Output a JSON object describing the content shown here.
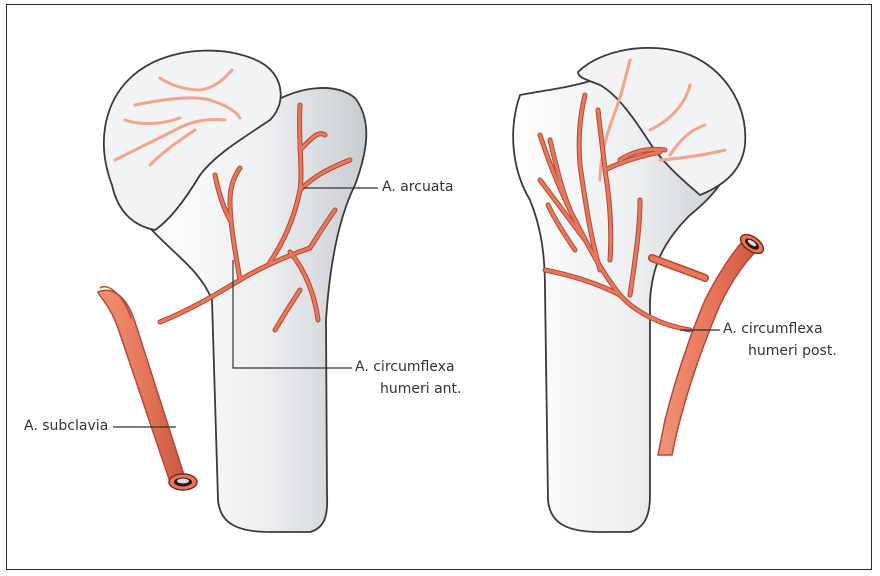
{
  "labels": {
    "arcuata": "A. arcuata",
    "circumflexa_ant_line1": "A. circumflexa",
    "circumflexa_ant_line2": "humeri ant.",
    "circumflexa_post_line1": "A. circumflexa",
    "circumflexa_post_line2": "humeri post.",
    "subclavia": "A. subclavia"
  },
  "colors": {
    "bone_fill": "#e6e7e9",
    "bone_outline": "#3a3a3a",
    "artery": "#e8775c",
    "artery_outline": "#b24a34",
    "artery_light": "#f2a48c",
    "leader_line": "#333333"
  }
}
